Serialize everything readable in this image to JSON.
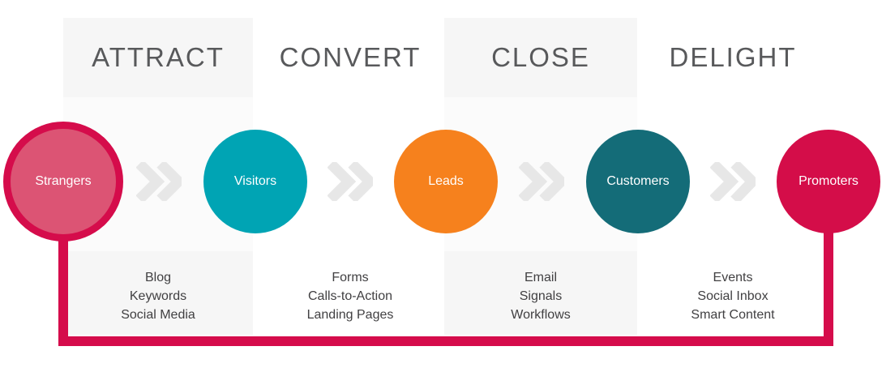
{
  "stages": [
    {
      "title": "ATTRACT",
      "items": [
        "Blog",
        "Keywords",
        "Social Media"
      ]
    },
    {
      "title": "CONVERT",
      "items": [
        "Forms",
        "Calls-to-Action",
        "Landing Pages"
      ]
    },
    {
      "title": "CLOSE",
      "items": [
        "Email",
        "Signals",
        "Workflows"
      ]
    },
    {
      "title": "DELIGHT",
      "items": [
        "Events",
        "Social Inbox",
        "Smart Content"
      ]
    }
  ],
  "personas": [
    {
      "label": "Strangers",
      "fill": "#dc5474",
      "ring": "#d50c4b"
    },
    {
      "label": "Visitors",
      "fill": "#00a4b4"
    },
    {
      "label": "Leads",
      "fill": "#f6811d"
    },
    {
      "label": "Customers",
      "fill": "#146c78"
    },
    {
      "label": "Promoters",
      "fill": "#d40d49"
    }
  ],
  "colors": {
    "loop_line": "#d50c4b",
    "chevron": "#e7e7e7",
    "column_panel": "#f6f6f6",
    "column_panel_light": "#fbfbfb",
    "title_text": "#58595b",
    "item_text": "#414042"
  }
}
